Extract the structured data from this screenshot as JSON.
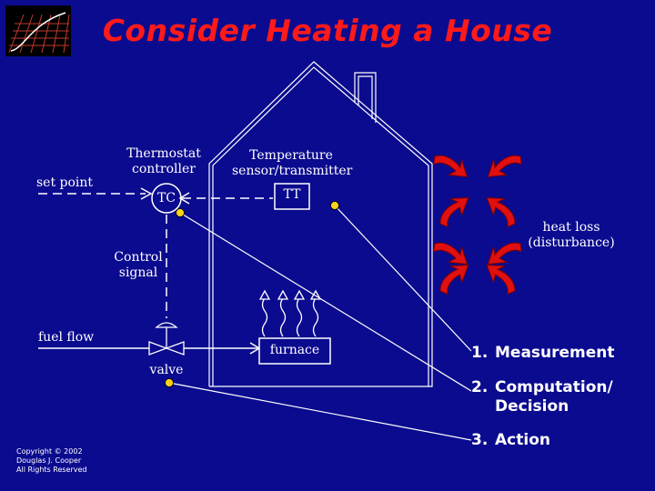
{
  "slide": {
    "title": "Consider Heating a House",
    "background_color": "#0b0b8f",
    "title_color": "#ff1a1a"
  },
  "labels": {
    "set_point": "set point",
    "thermostat": "Thermostat\ncontroller",
    "tc": "TC",
    "sensor": "Temperature\nsensor/transmitter",
    "tt": "TT",
    "heat_loss": "heat loss\n(disturbance)",
    "control_signal": "Control\nsignal",
    "fuel_flow": "fuel flow",
    "valve": "valve",
    "furnace": "furnace"
  },
  "steps": [
    {
      "num": "1.",
      "text": "Measurement"
    },
    {
      "num": "2.",
      "text": "Computation/\nDecision"
    },
    {
      "num": "3.",
      "text": "Action"
    }
  ],
  "copyright": "Copyright © 2002\nDouglas J. Cooper\nAll Rights Reserved",
  "icons": {
    "logo": "grid-curve-logo",
    "heat_arrows": "red-curved-arrow-icon",
    "heat_waves": "wavy-heat-arrow-icon"
  },
  "colors": {
    "pointer_dot": "#ffd21a",
    "heat_arrow": "#e01010"
  }
}
